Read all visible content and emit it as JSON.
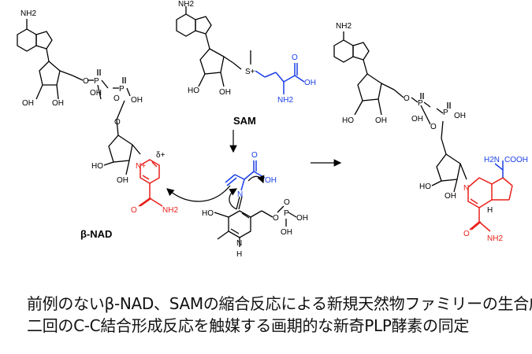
{
  "labels": {
    "nh2": "NH2",
    "ho": "HO",
    "oh": "OH",
    "o": "O",
    "p": "P",
    "n": "N",
    "n_plus": "N+",
    "s_plus": "S+",
    "h": "H",
    "cooh": "COOH",
    "h2n": "H2N",
    "delta_plus": "δ+",
    "sam": "SAM",
    "beta_nad": "β-NAD"
  },
  "colors": {
    "black": "#000000",
    "blue": "#1a3fe6",
    "red": "#e8201a"
  },
  "caption": {
    "line1": "前例のないβ-NAD、SAMの縮合反応による新規天然物ファミリーの生合成",
    "line2": "二回のC-C結合形成反応を触媒する画期的な新奇PLP酵素の同定"
  }
}
